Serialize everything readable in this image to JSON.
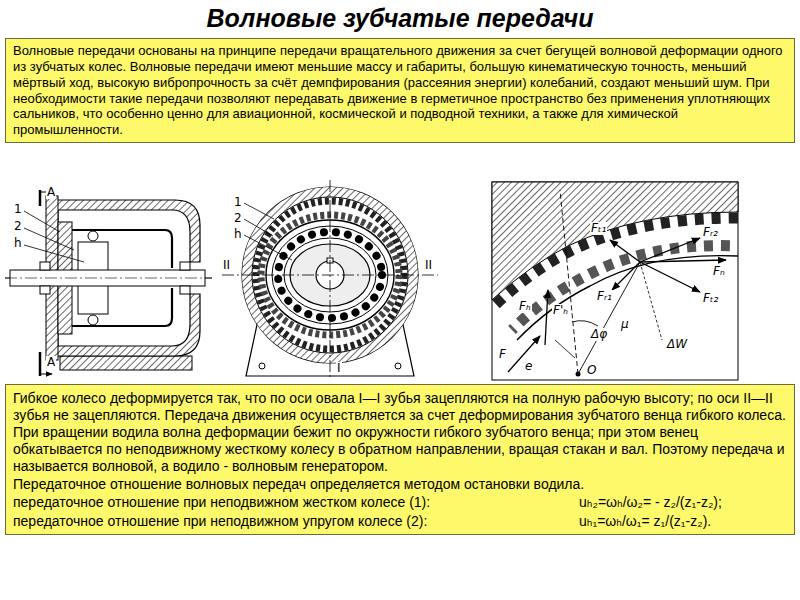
{
  "diagram": {
    "title": "Волновые зубчатые передачи",
    "nodes": [
      {
        "text": [
          "Волновые передачи основаны на принципе передачи вращательного движения за счет бегущей волновой деформации одного из зубчатых колес. Волновые передачи имеют меньшие массу и габариты, большую кинематическую точность, меньший мёртвый ход, высокую вибропрочность за счёт демпфирования (рассеяния энергии) колебаний, создают меньший шум. При необходимости такие передачи позволяют передавать движение в герметичное пространство без применения уплотняющих сальников, что особенно ценно для авиационной, космической и подводной техники, а также для химической промышленности."
        ]
      },
      {
        "text": [
          "Гибкое колесо деформируется так, что по оси овала I—I зубья зацепляются на полную рабочую высоту; по оси II—II зубья не зацепляются. Передача движения осуществляется за счет деформирования зубчатого венца гибкого колеса. При вращении водила волна деформации бежит по окружности гибкого зубчатого венца; при этом венец обкатывается по неподвижному жесткому колесу в обратном направлении, вращая стакан и вал. Поэтому передача и называется волновой, а водило - волновым генератором.",
          "Передаточное отношение волновых передач определяется методом остановки водила.",
          "передаточное отношение при неподвижном жестком колесе (1):",
          "uₕ₂=ωₕ/ω₂= - z₂/(z₁-z₂);",
          "передаточное отношение при неподвижном упругом колесе (2):",
          "uₕ₁=ωₕ/ω₁= z₁/(z₁-z₂)."
        ]
      }
    ],
    "labels": [
      "A",
      "1",
      "2",
      "h",
      "A",
      "1",
      "2",
      "h",
      "II",
      "II",
      "I",
      "Fₜ₁",
      "Fᵣ₂",
      "Fₙ",
      "Fₜ₂",
      "Fᵣ₁",
      "Fₕ",
      "F'ₕ",
      "F",
      "e",
      "O",
      "Δφ",
      "μ",
      "ΔW"
    ]
  }
}
